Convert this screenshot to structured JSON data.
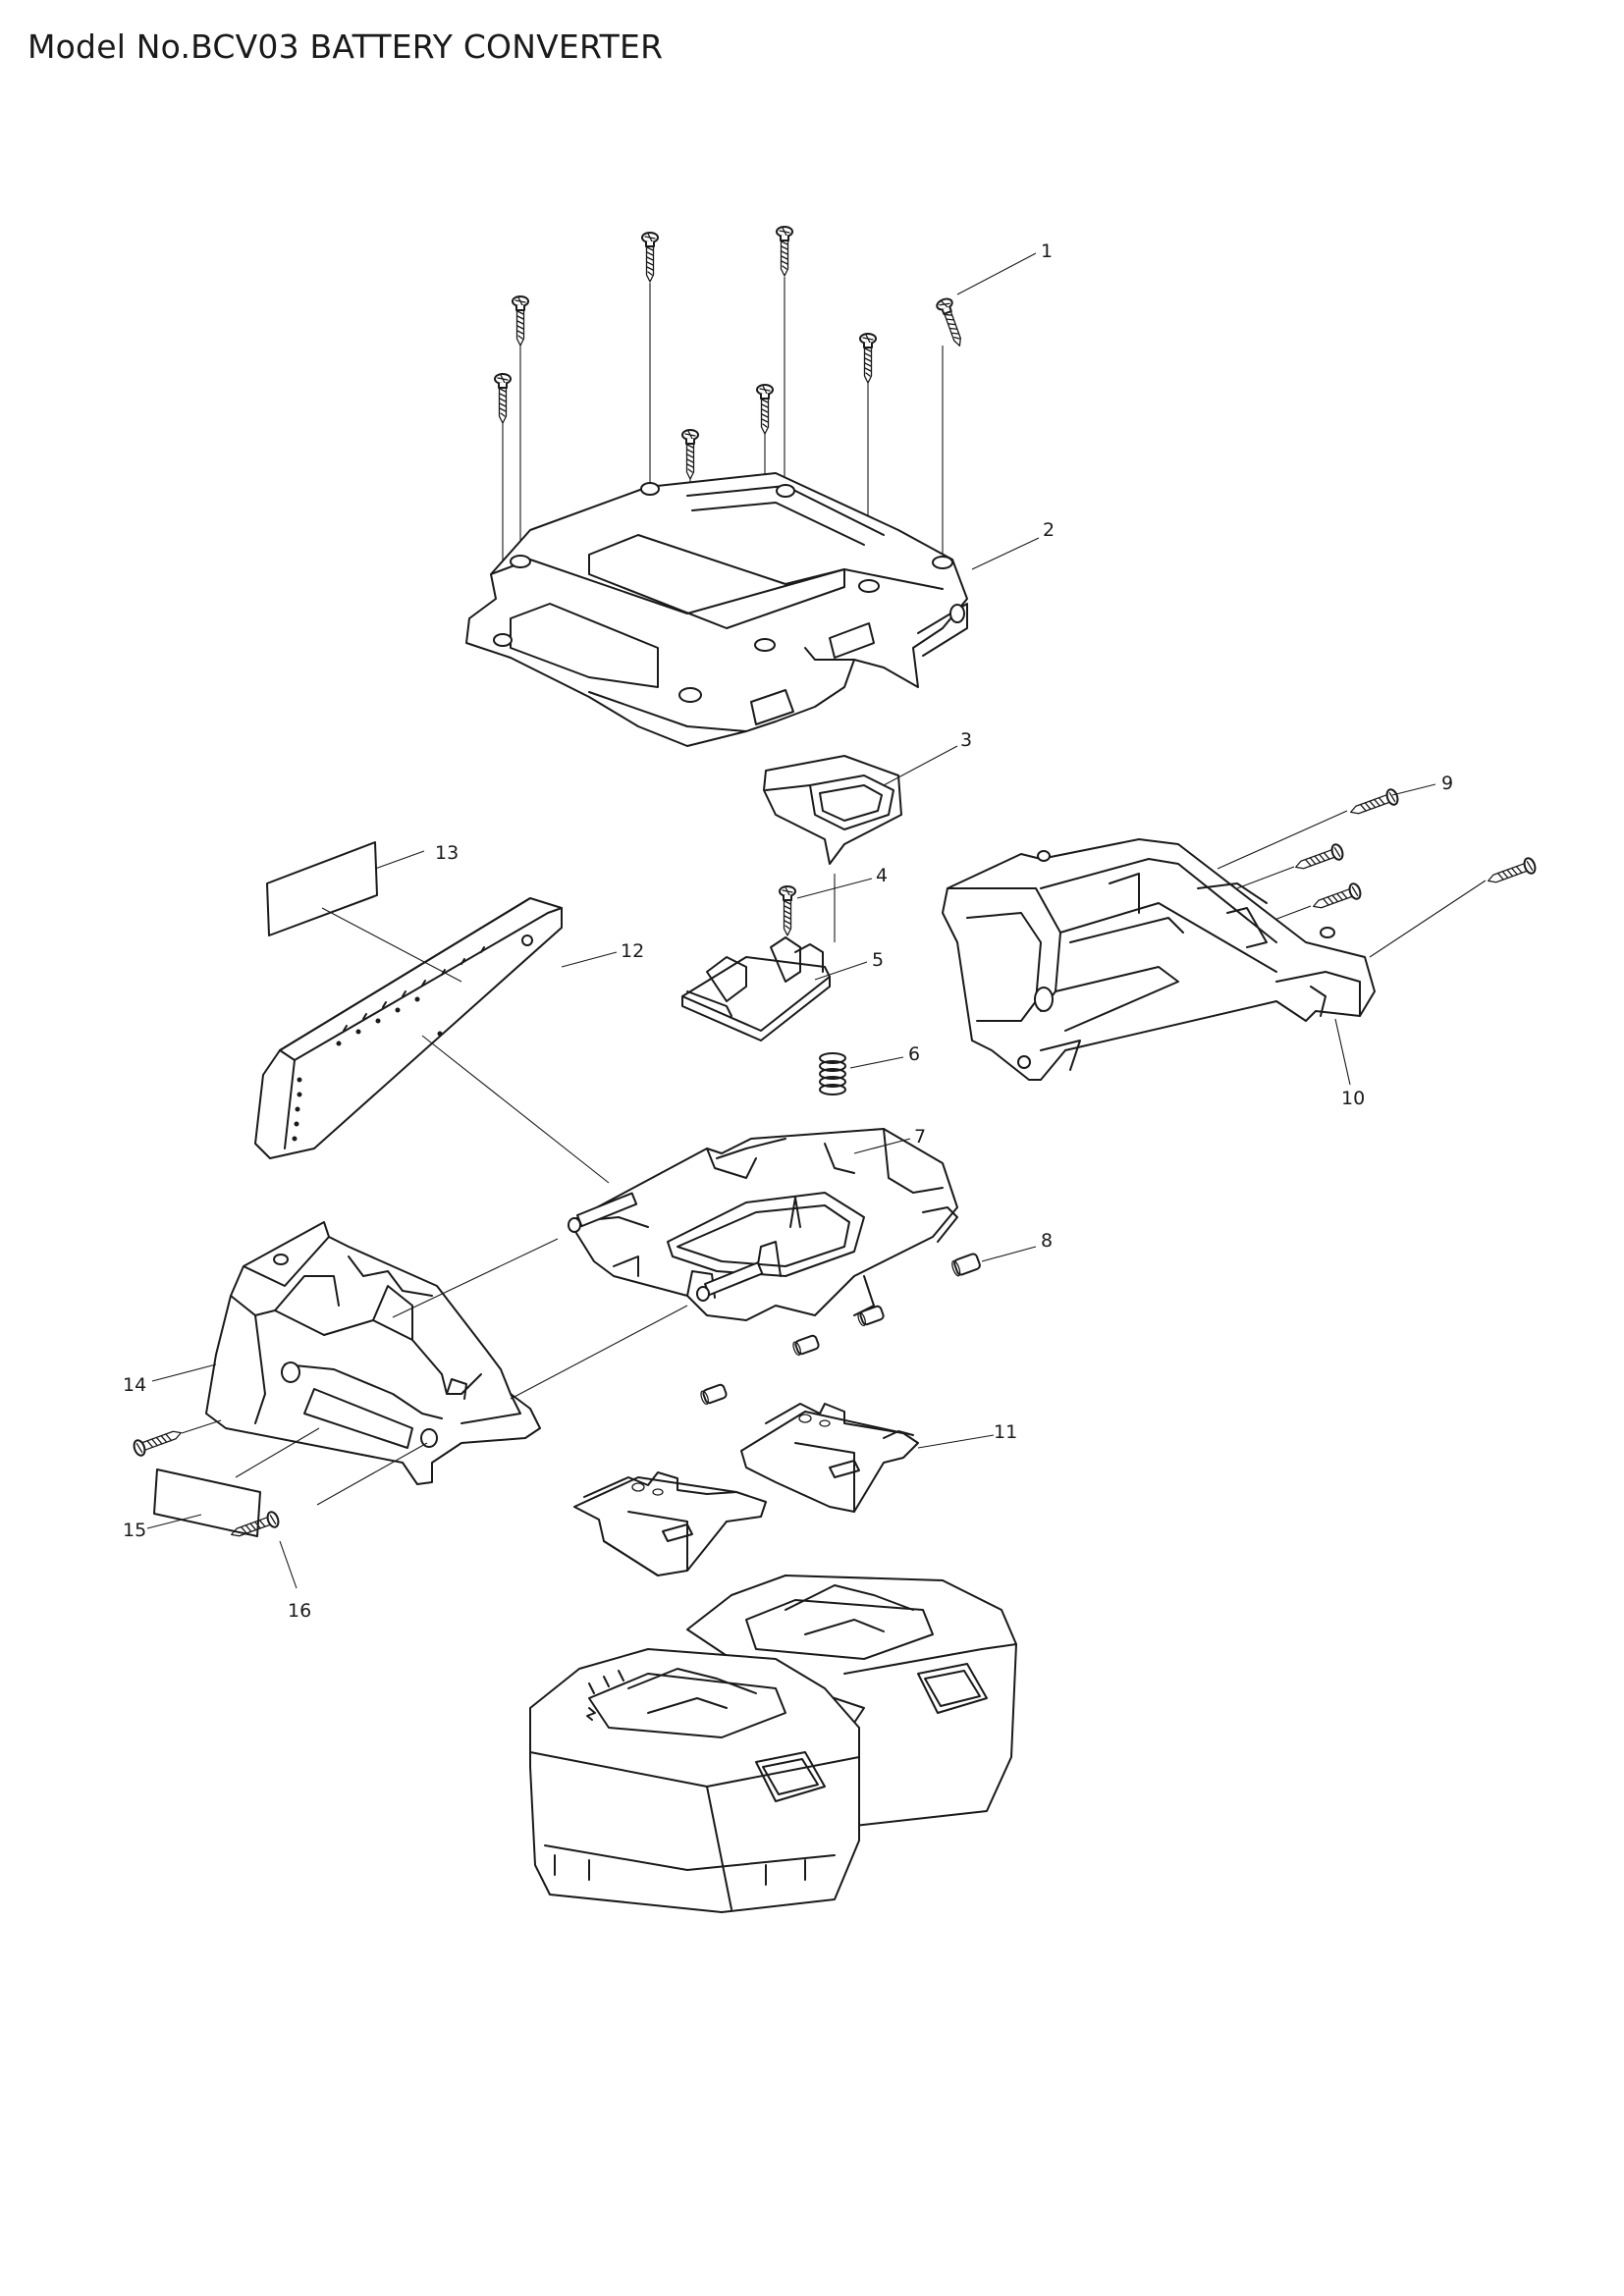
{
  "title": "Model No.BCV03 BATTERY CONVERTER",
  "callouts": [
    {
      "id": "1",
      "label": "1"
    },
    {
      "id": "2",
      "label": "2"
    },
    {
      "id": "3",
      "label": "3"
    },
    {
      "id": "4",
      "label": "4"
    },
    {
      "id": "5",
      "label": "5"
    },
    {
      "id": "6",
      "label": "6"
    },
    {
      "id": "7",
      "label": "7"
    },
    {
      "id": "8",
      "label": "8"
    },
    {
      "id": "9",
      "label": "9"
    },
    {
      "id": "10",
      "label": "10"
    },
    {
      "id": "11",
      "label": "11"
    },
    {
      "id": "12",
      "label": "12"
    },
    {
      "id": "13",
      "label": "13"
    },
    {
      "id": "14",
      "label": "14"
    },
    {
      "id": "15",
      "label": "15"
    },
    {
      "id": "16",
      "label": "16"
    }
  ]
}
